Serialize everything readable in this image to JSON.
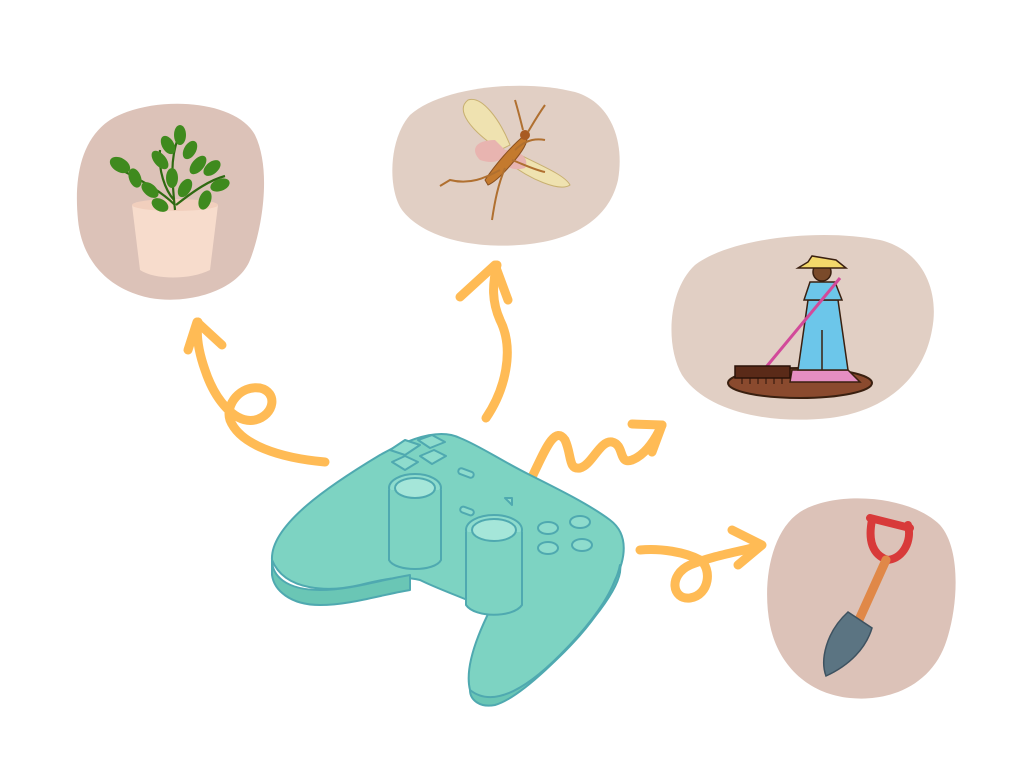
{
  "colors": {
    "background": "#ffffff",
    "blob_left": "#dcc2b8",
    "blob_other": "#e1cfc4",
    "arrow": "#ffbb55",
    "controller_fill": "#7dd3c2",
    "controller_stroke": "#4fa9b0",
    "leaf": "#3f8a1e",
    "pot": "#f7dccc",
    "shovel_handle": "#d83a3a",
    "shovel_shaft": "#e08848",
    "shovel_blade": "#5b7482",
    "farmer_hat": "#f3d86b",
    "farmer_overalls": "#6cc6ea",
    "farmer_skin": "#7a4a2a",
    "farmer_boots": "#e58ec2",
    "farmer_soil": "#8a4a2e"
  },
  "scene": {
    "center": {
      "name": "game-controller",
      "icon": "gamepad-icon"
    },
    "items": [
      {
        "name": "potted-plant",
        "icon": "potted-plant-icon"
      },
      {
        "name": "grasshopper",
        "icon": "grasshopper-icon"
      },
      {
        "name": "farmer-raking",
        "icon": "farmer-icon"
      },
      {
        "name": "shovel",
        "icon": "shovel-icon"
      }
    ],
    "arrows": 4
  }
}
